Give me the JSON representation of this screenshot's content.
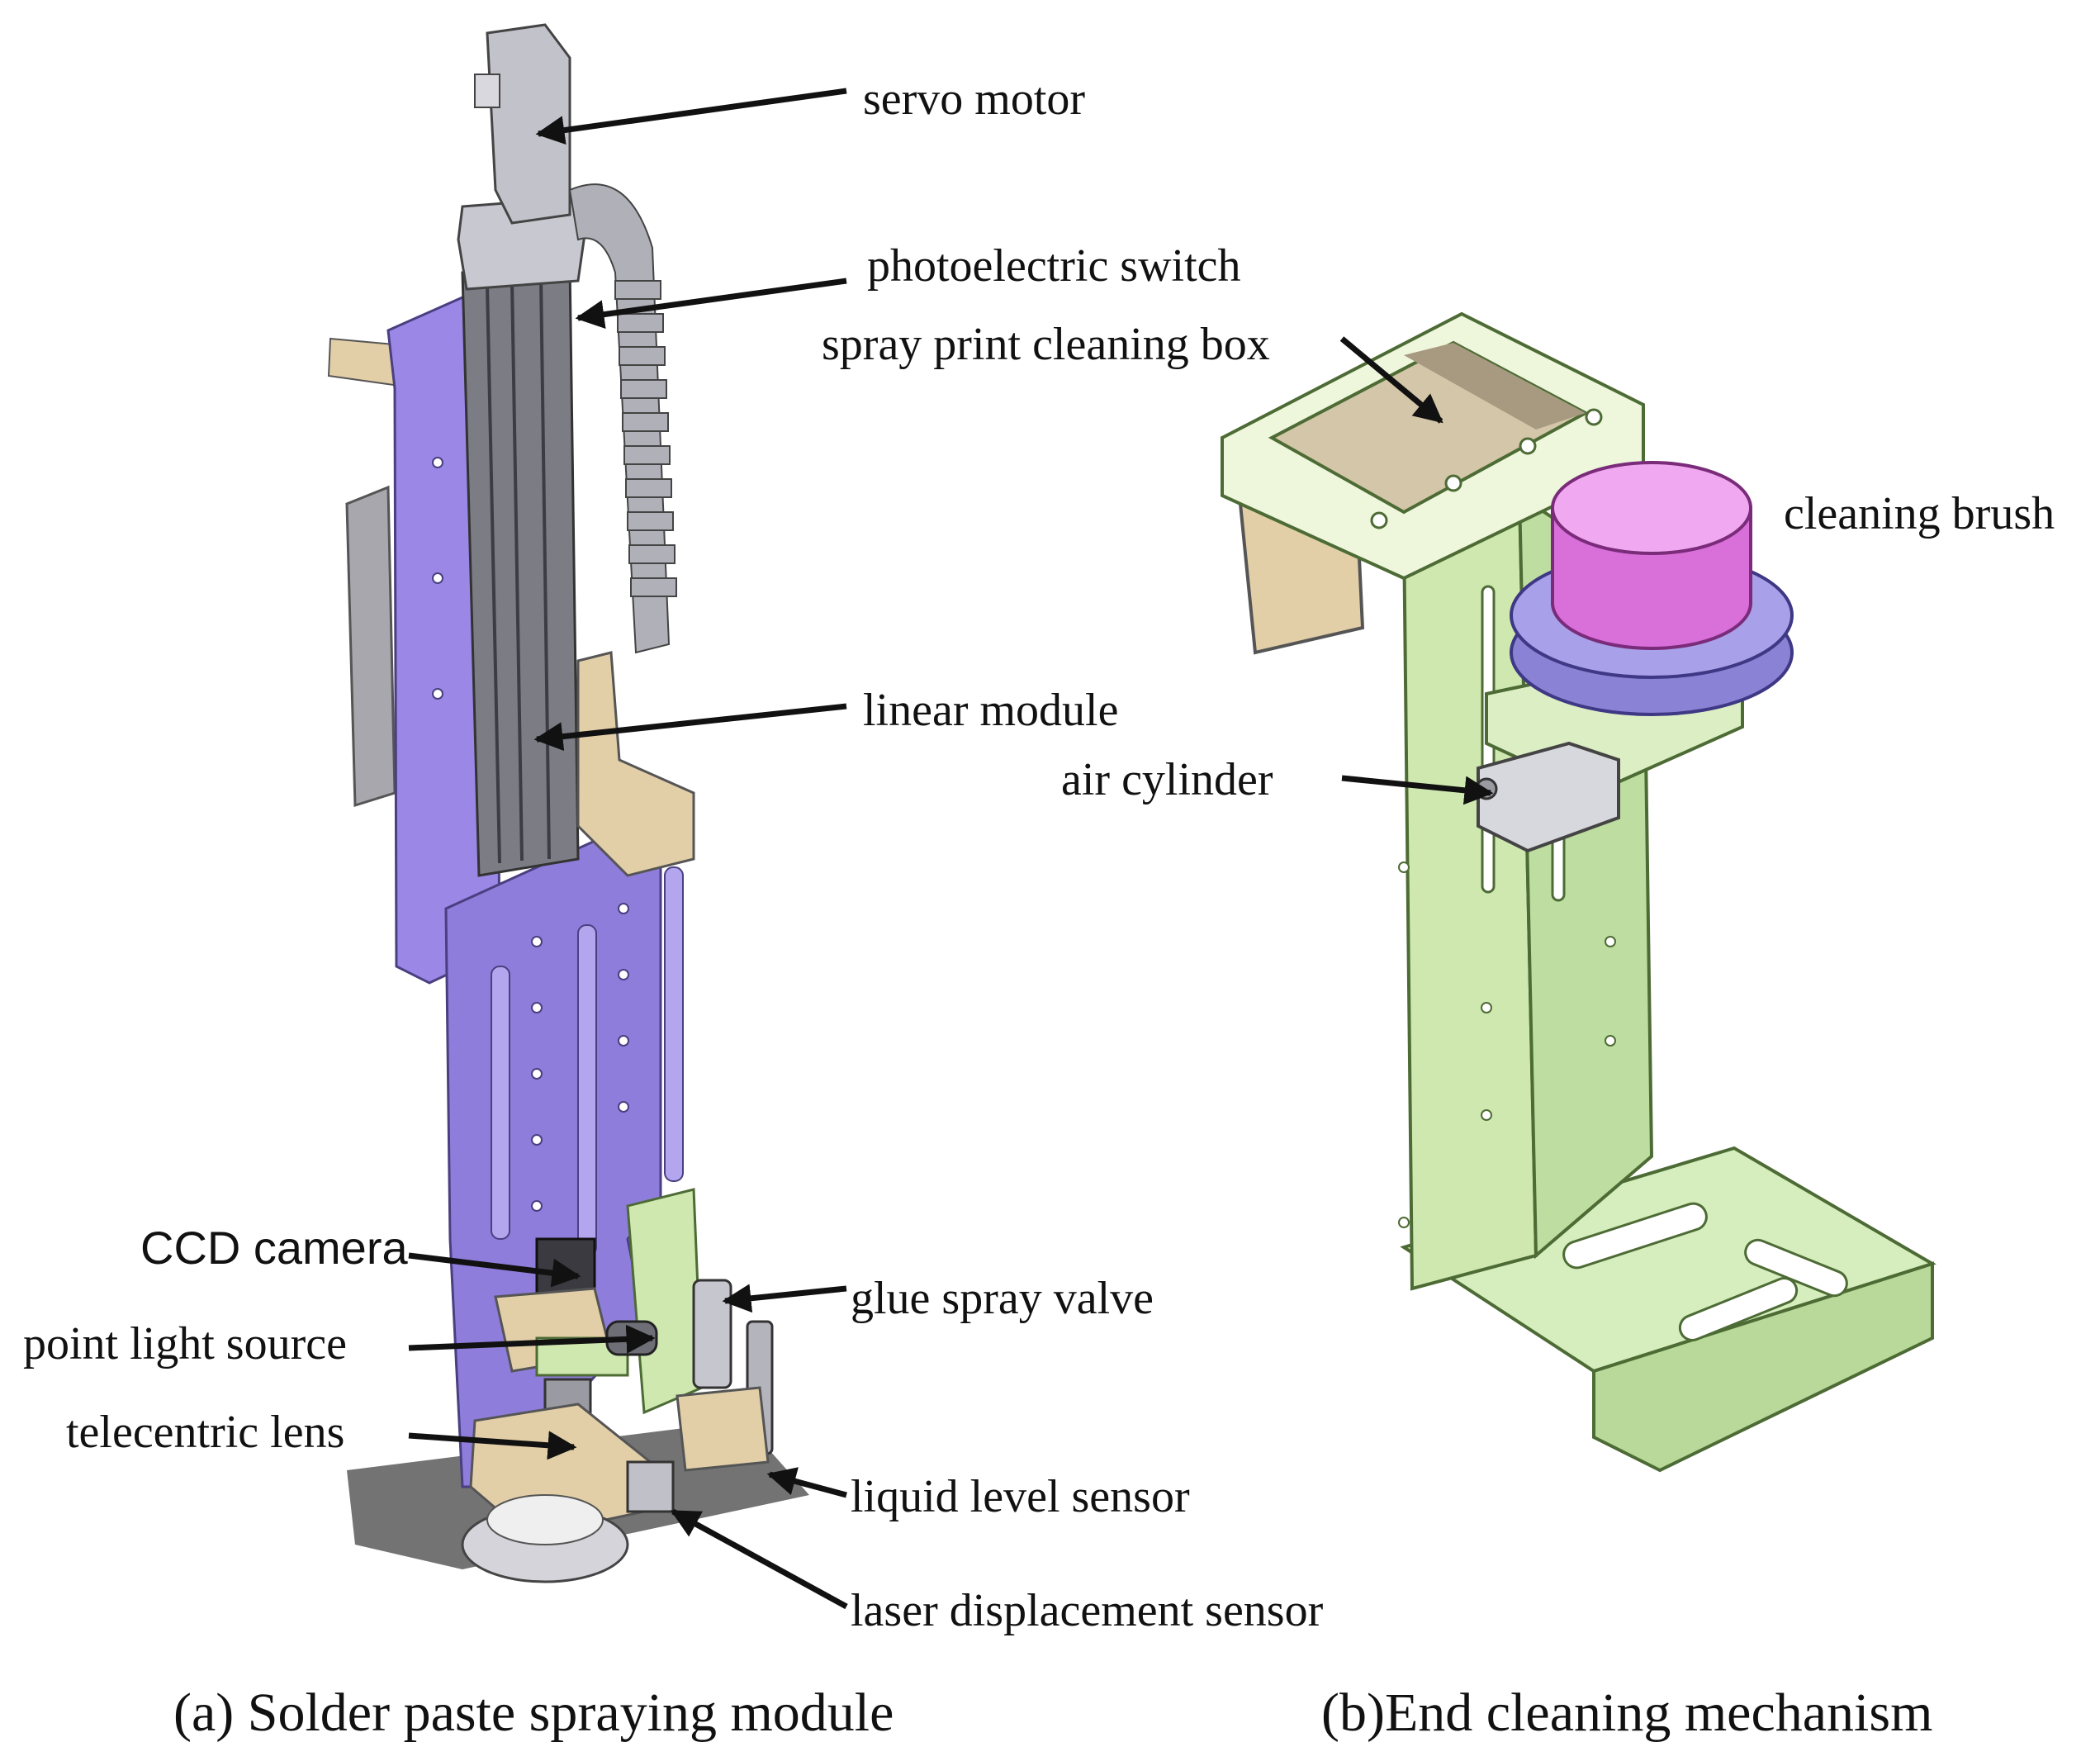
{
  "panel_a": {
    "caption": "(a) Solder paste spraying module",
    "labels": {
      "servo_motor": "servo motor",
      "photoelectric_switch": "photoelectric switch",
      "linear_module": "linear module",
      "ccd_camera": "CCD camera",
      "point_light_source": "point light source",
      "telecentric_lens": "telecentric lens",
      "glue_spray_valve": "glue spray valve",
      "liquid_level_sensor": "liquid level sensor",
      "laser_displacement_sensor": "laser displacement sensor"
    }
  },
  "panel_b": {
    "caption": "(b)End cleaning mechanism",
    "labels": {
      "spray_print_cleaning_box": "spray print cleaning box",
      "cleaning_brush": "cleaning brush",
      "air_cylinder": "air cylinder"
    }
  },
  "colors": {
    "purple_plate": "#9b87e6",
    "green_frame": "#cfe8b0",
    "pink_brush": "#e58be6",
    "steel": "#b8b8c0",
    "tan_bracket": "#e2cfa8"
  }
}
